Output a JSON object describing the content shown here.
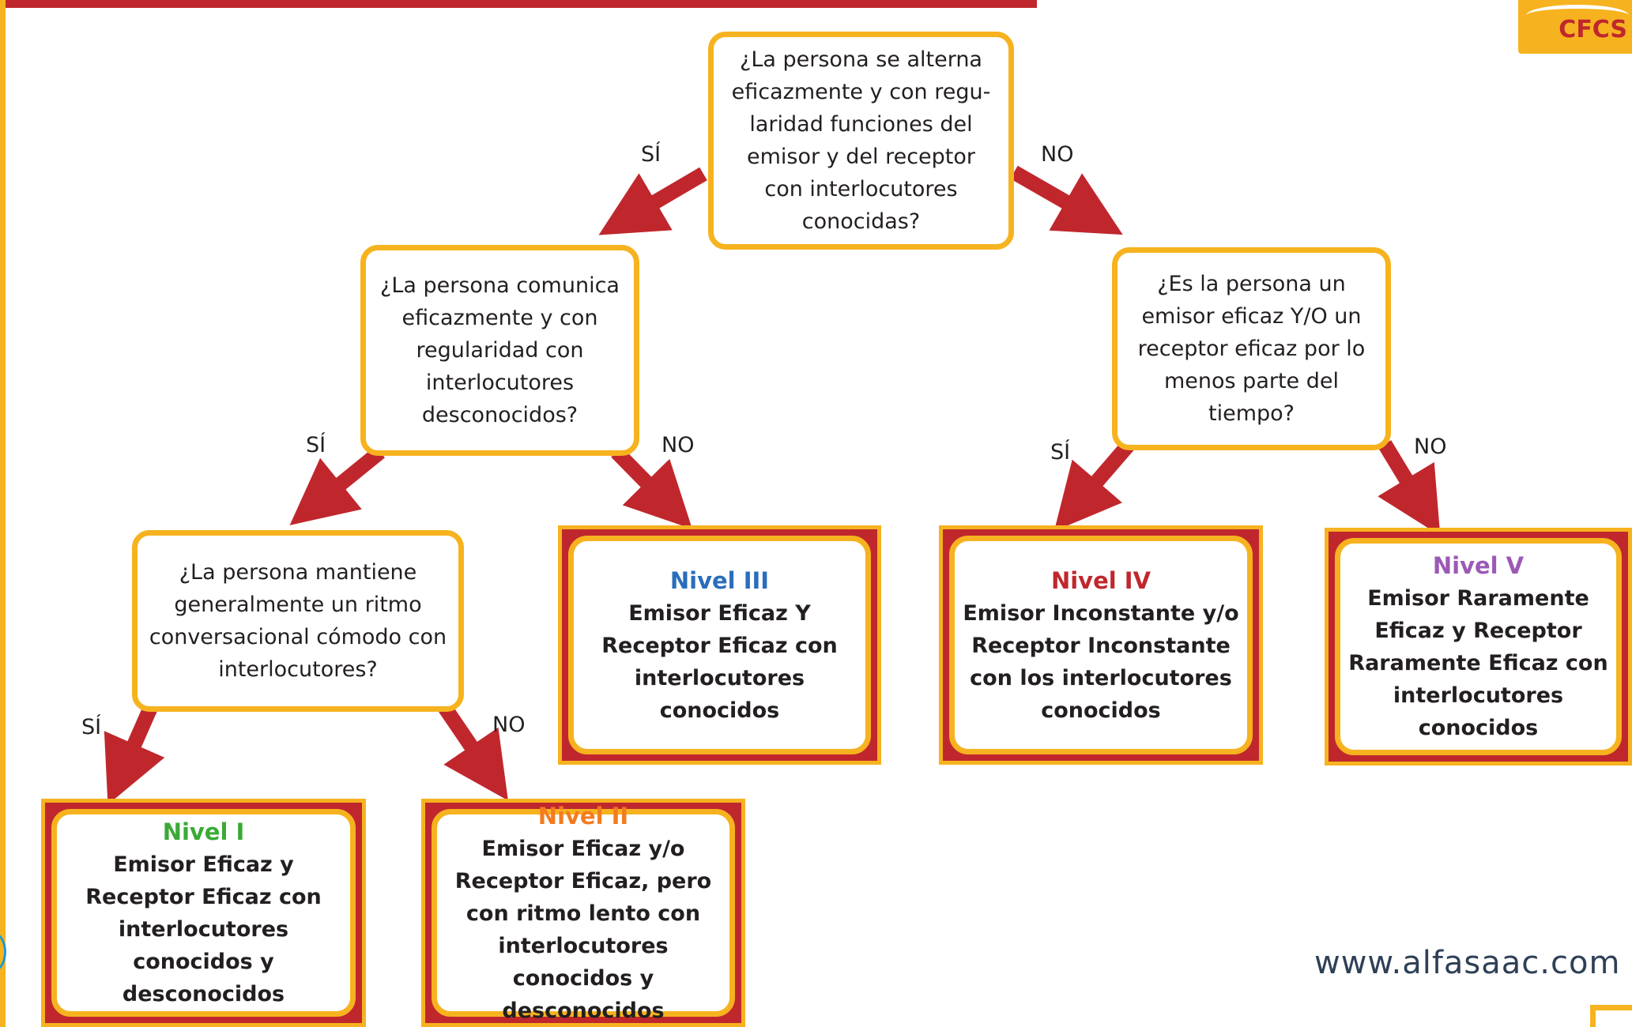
{
  "brand": {
    "badge": "CFCS",
    "website": "www.alfasaac.com"
  },
  "colors": {
    "yellow": "#f6b31f",
    "red": "#c0272d",
    "green": "#3aaa35",
    "orange": "#f47b20",
    "blue": "#2a6ebb",
    "purple": "#9b59b6"
  },
  "questions": {
    "q1": "¿La persona se alterna eficazmente y con regu-laridad funciones del emisor y del receptor con interlocutores conocidas?",
    "q2": "¿La persona comunica eficazmente y con regularidad con interlocutores desconocidos?",
    "q3": "¿Es la persona un emisor eficaz Y/O un receptor eficaz por lo menos parte del tiempo?",
    "q4": "¿La persona mantiene generalmente un ritmo conversacional cómodo con interlocutores?"
  },
  "branch_labels": {
    "yes": "SÍ",
    "no": "NO"
  },
  "levels": [
    {
      "title": "Nivel I",
      "desc": "Emisor Eficaz y Receptor Eficaz con interlocutores conocidos y desconocidos"
    },
    {
      "title": "Nivel II",
      "desc": "Emisor Eficaz y/o Receptor Eficaz, pero con ritmo lento con interlocutores conocidos y desconocidos"
    },
    {
      "title": "Nivel III",
      "desc": "Emisor Eficaz Y Receptor Eficaz con interlocutores conocidos"
    },
    {
      "title": "Nivel IV",
      "desc": "Emisor Inconstante y/o Receptor Inconstante con los interlocutores conocidos"
    },
    {
      "title": "Nivel V",
      "desc": "Emisor Raramente Eficaz y Receptor Raramente Eficaz con interlocutores conocidos"
    }
  ]
}
